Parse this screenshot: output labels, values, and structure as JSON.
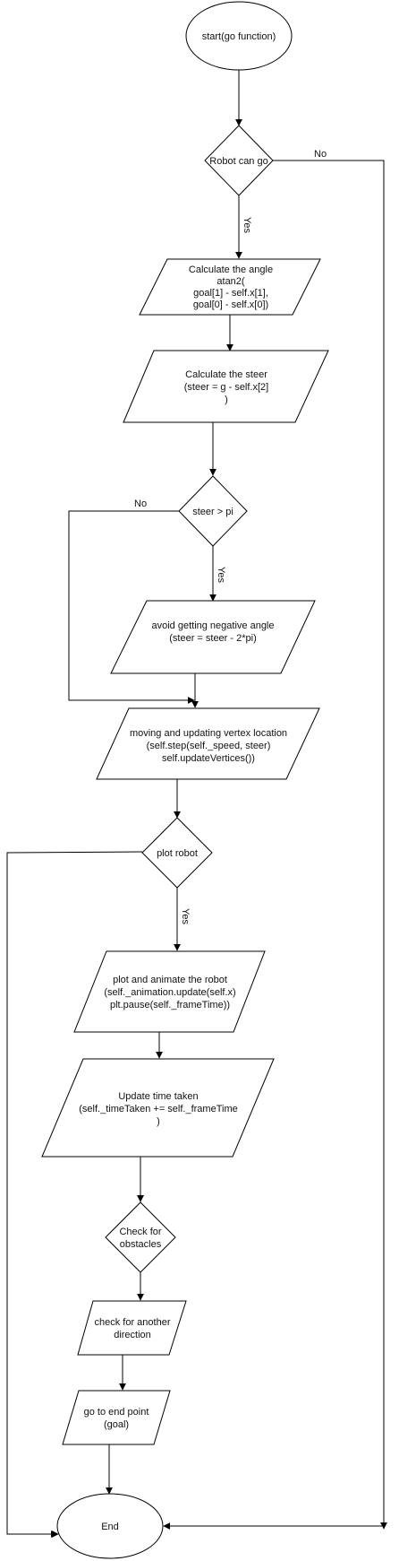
{
  "nodes": {
    "start": [
      "start(go function)"
    ],
    "robot_can_go": [
      "Robot can go"
    ],
    "calc_angle": [
      "Calculate the angle",
      "atan2(",
      "goal[1] - self.x[1],",
      "goal[0] - self.x[0])"
    ],
    "calc_steer": [
      "Calculate the steer",
      "(steer = g - self.x[2]",
      ")"
    ],
    "steer_gt_pi": [
      "steer > pi"
    ],
    "avoid_negative": [
      "avoid getting negative angle",
      "(steer = steer - 2*pi)"
    ],
    "moving": [
      "moving and updating vertex location",
      "(self.step(self._speed, steer)",
      "self.updateVertices())"
    ],
    "plot_robot": [
      "plot robot"
    ],
    "plot_animate": [
      "plot and animate the robot",
      "(self._animation.update(self.x)",
      "plt.pause(self._frameTime))"
    ],
    "update_time": [
      "Update time taken",
      "(self._timeTaken += self._frameTime",
      ")"
    ],
    "check_obstacles": [
      "Check for",
      "obstacles"
    ],
    "check_direction": [
      "check for another",
      "direction"
    ],
    "go_end": [
      "go to end point",
      "(goal)"
    ],
    "end": [
      "End"
    ]
  },
  "edge_labels": {
    "robot_no": "No",
    "robot_yes": "Yes",
    "steer_no": "No",
    "steer_yes": "Yes",
    "plot_yes": "Yes"
  }
}
